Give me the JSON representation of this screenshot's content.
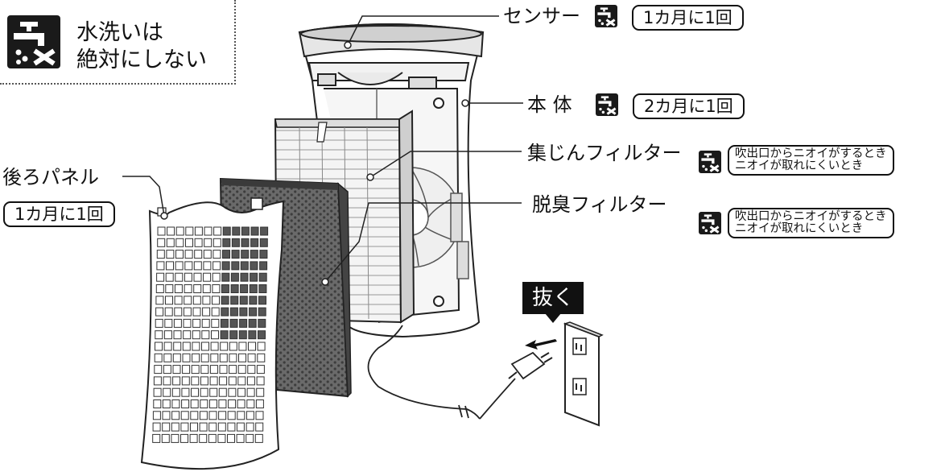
{
  "warning": {
    "line1": "水洗いは",
    "line2": "絶対にしない",
    "icon": "no-water-wash-icon"
  },
  "parts": {
    "sensor": {
      "label": "センサー",
      "interval": "1カ月に1回"
    },
    "body": {
      "label": "本 体",
      "interval": "2カ月に1回"
    },
    "dust_filter": {
      "label": "集じんフィルター",
      "note_line1": "吹出口からニオイがするとき",
      "note_line2": "ニオイが取れにくいとき"
    },
    "deodor_filter": {
      "label": "脱臭フィルター",
      "note_line1": "吹出口からニオイがするとき",
      "note_line2": "ニオイが取れにくいとき"
    },
    "back_panel": {
      "label": "後ろパネル",
      "interval": "1カ月に1回"
    }
  },
  "plug": {
    "label": "抜く"
  },
  "colors": {
    "ink": "#111111",
    "icon_bg": "#1a1a1a",
    "filter_dark": "#555555",
    "panel_fill": "#ffffff"
  }
}
